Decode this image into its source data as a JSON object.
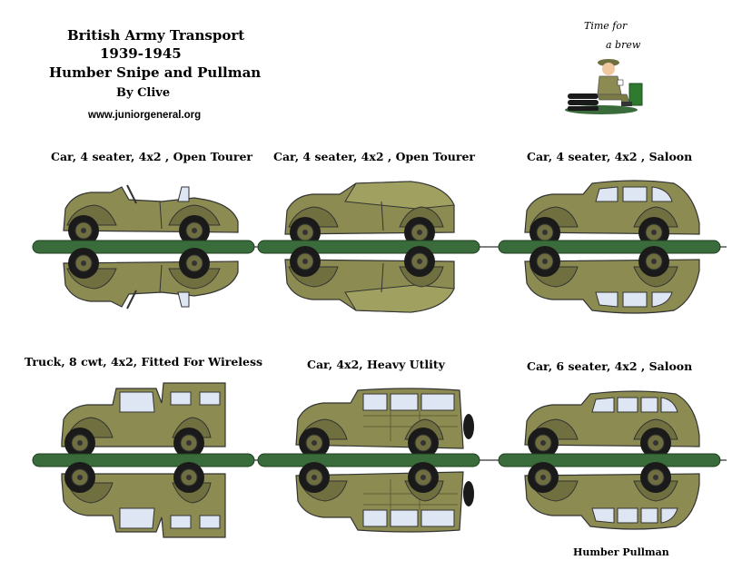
{
  "header": {
    "title": "British Army Transport",
    "years": "1939-1945",
    "subtitle": "Humber Snipe and Pullman",
    "author": "By Clive",
    "url": "www.juniorgeneral.org"
  },
  "mascot": {
    "caption_line1": "Time for",
    "caption_line2": "a brew"
  },
  "vehicles": [
    {
      "caption": "Car, 4 seater,  4x2 , Open Tourer",
      "variant": "open-tourer-folded"
    },
    {
      "caption": "Car, 4 seater,  4x2 , Open Tourer",
      "variant": "open-tourer-hood"
    },
    {
      "caption": "Car, 4 seater,  4x2 , Saloon",
      "variant": "saloon"
    },
    {
      "caption": "Truck, 8 cwt, 4x2, Fitted For Wireless",
      "variant": "wireless-truck"
    },
    {
      "caption": "Car, 4x2, Heavy Utlity",
      "variant": "heavy-utility"
    },
    {
      "caption": "Car, 6 seater,  4x2 , Saloon",
      "variant": "pullman"
    }
  ],
  "footnote": "Humber Pullman",
  "colors": {
    "olive": "#8c8c52",
    "olive_dark": "#5f5f35",
    "base_green": "#3a6b3a",
    "glass": "#dde6f2",
    "tyre": "#1a1a1a"
  }
}
